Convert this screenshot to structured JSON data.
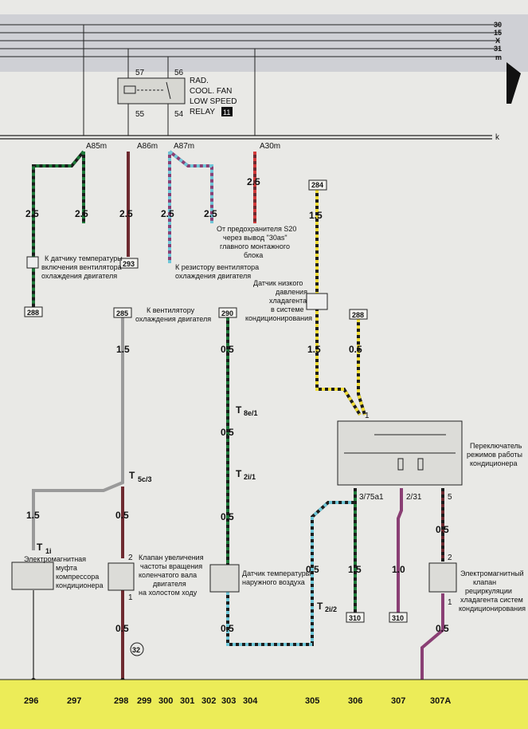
{
  "bus_labels": [
    "30",
    "15",
    "X",
    "31",
    "m"
  ],
  "k_label": "k",
  "relay": {
    "pin_57": "57",
    "pin_56": "56",
    "pin_55": "55",
    "pin_54": "54",
    "name_lines": [
      "RAD.",
      "COOL. FAN",
      "LOW SPEED",
      "RELAY"
    ],
    "badge": "11"
  },
  "connectors": {
    "a85m": "A85m",
    "a86m": "A86m",
    "a87m": "A87m",
    "a30m": "A30m"
  },
  "wire_sizes": {
    "w1": "2.5",
    "w2": "2.5",
    "w3": "2.5",
    "w4": "2.5",
    "w5": "2.5",
    "w6": "2.5",
    "w7": "1.5",
    "w8": "1.5",
    "w9": "0.5",
    "w10": "0.5",
    "w11": "0.5",
    "w12": "1.5",
    "w13": "0.5",
    "w14": "0.5",
    "w15": "0.5",
    "w16": "0.5",
    "w17": "0.5",
    "w18": "1.5",
    "w19": "1.0",
    "w20": "0.5",
    "w21": "1.5",
    "w22": "0.5"
  },
  "refs": {
    "r284": "284",
    "r293": "293",
    "r288a": "288",
    "r285": "285",
    "r290": "290",
    "r288b": "288",
    "r310a": "310",
    "r310b": "310",
    "r32": "32"
  },
  "terminals": {
    "t8e1": "8e/1",
    "t2i1": "2i/1",
    "t5c3": "5c/3",
    "t1i": "1i",
    "t2i2": "2i/2"
  },
  "pins": {
    "p1_switch": "1",
    "p3_75a1": "3/75a1",
    "p2_31": "2/31",
    "p5": "5",
    "p2_valve": "2",
    "p1_valve": "1",
    "p2_recirc": "2",
    "p1_recirc": "1"
  },
  "descriptions": {
    "temp_sensor_fan": [
      "К датчику температуры",
      "включения вентилятора",
      "охлаждения двигателя"
    ],
    "fuse_s20": [
      "От предохранителя S20",
      "через вывод \"30as\"",
      "главного монтажного",
      "блока"
    ],
    "fan_resistor": [
      "К резистору вентилятора",
      "охлаждения двигателя"
    ],
    "fan": [
      "К вентилятору",
      "охлаждения двигателя"
    ],
    "low_pressure": [
      "Датчик низкого",
      "давления",
      "хладагента",
      "в системе",
      "кондиционирования"
    ],
    "mode_switch": [
      "Переключатель",
      "режимов работы",
      "кондиционера"
    ],
    "clutch": [
      "Электромагнитная",
      "муфта",
      "компрессора",
      "кондиционера"
    ],
    "idle_valve": [
      "Клапан увеличения",
      "частоты вращения",
      "коленчатого вала",
      "двигателя",
      "на холостом ходу"
    ],
    "ambient_sensor": [
      "Датчик температуры",
      "наружного воздуха"
    ],
    "recirc_valve": [
      "Электромагнитный",
      "клапан",
      "рециркуляции",
      "хладагента систем",
      "кондиционирования"
    ]
  },
  "columns": [
    "296",
    "297",
    "298",
    "299",
    "300",
    "301",
    "302",
    "303",
    "304",
    "305",
    "306",
    "307",
    "307A"
  ],
  "colors": {
    "bg": "#e9e9e6",
    "bus_band": "#cfd0d5",
    "bottom_band": "#ecec58",
    "black": "#1c1c1c",
    "green": "#1f7a3a",
    "brown_red": "#6e2a30",
    "violet": "#8a3f74",
    "light_blue": "#6fc7d8",
    "yellow": "#f1dd36",
    "grey": "#9a9a9a",
    "red": "#d33a3a"
  }
}
